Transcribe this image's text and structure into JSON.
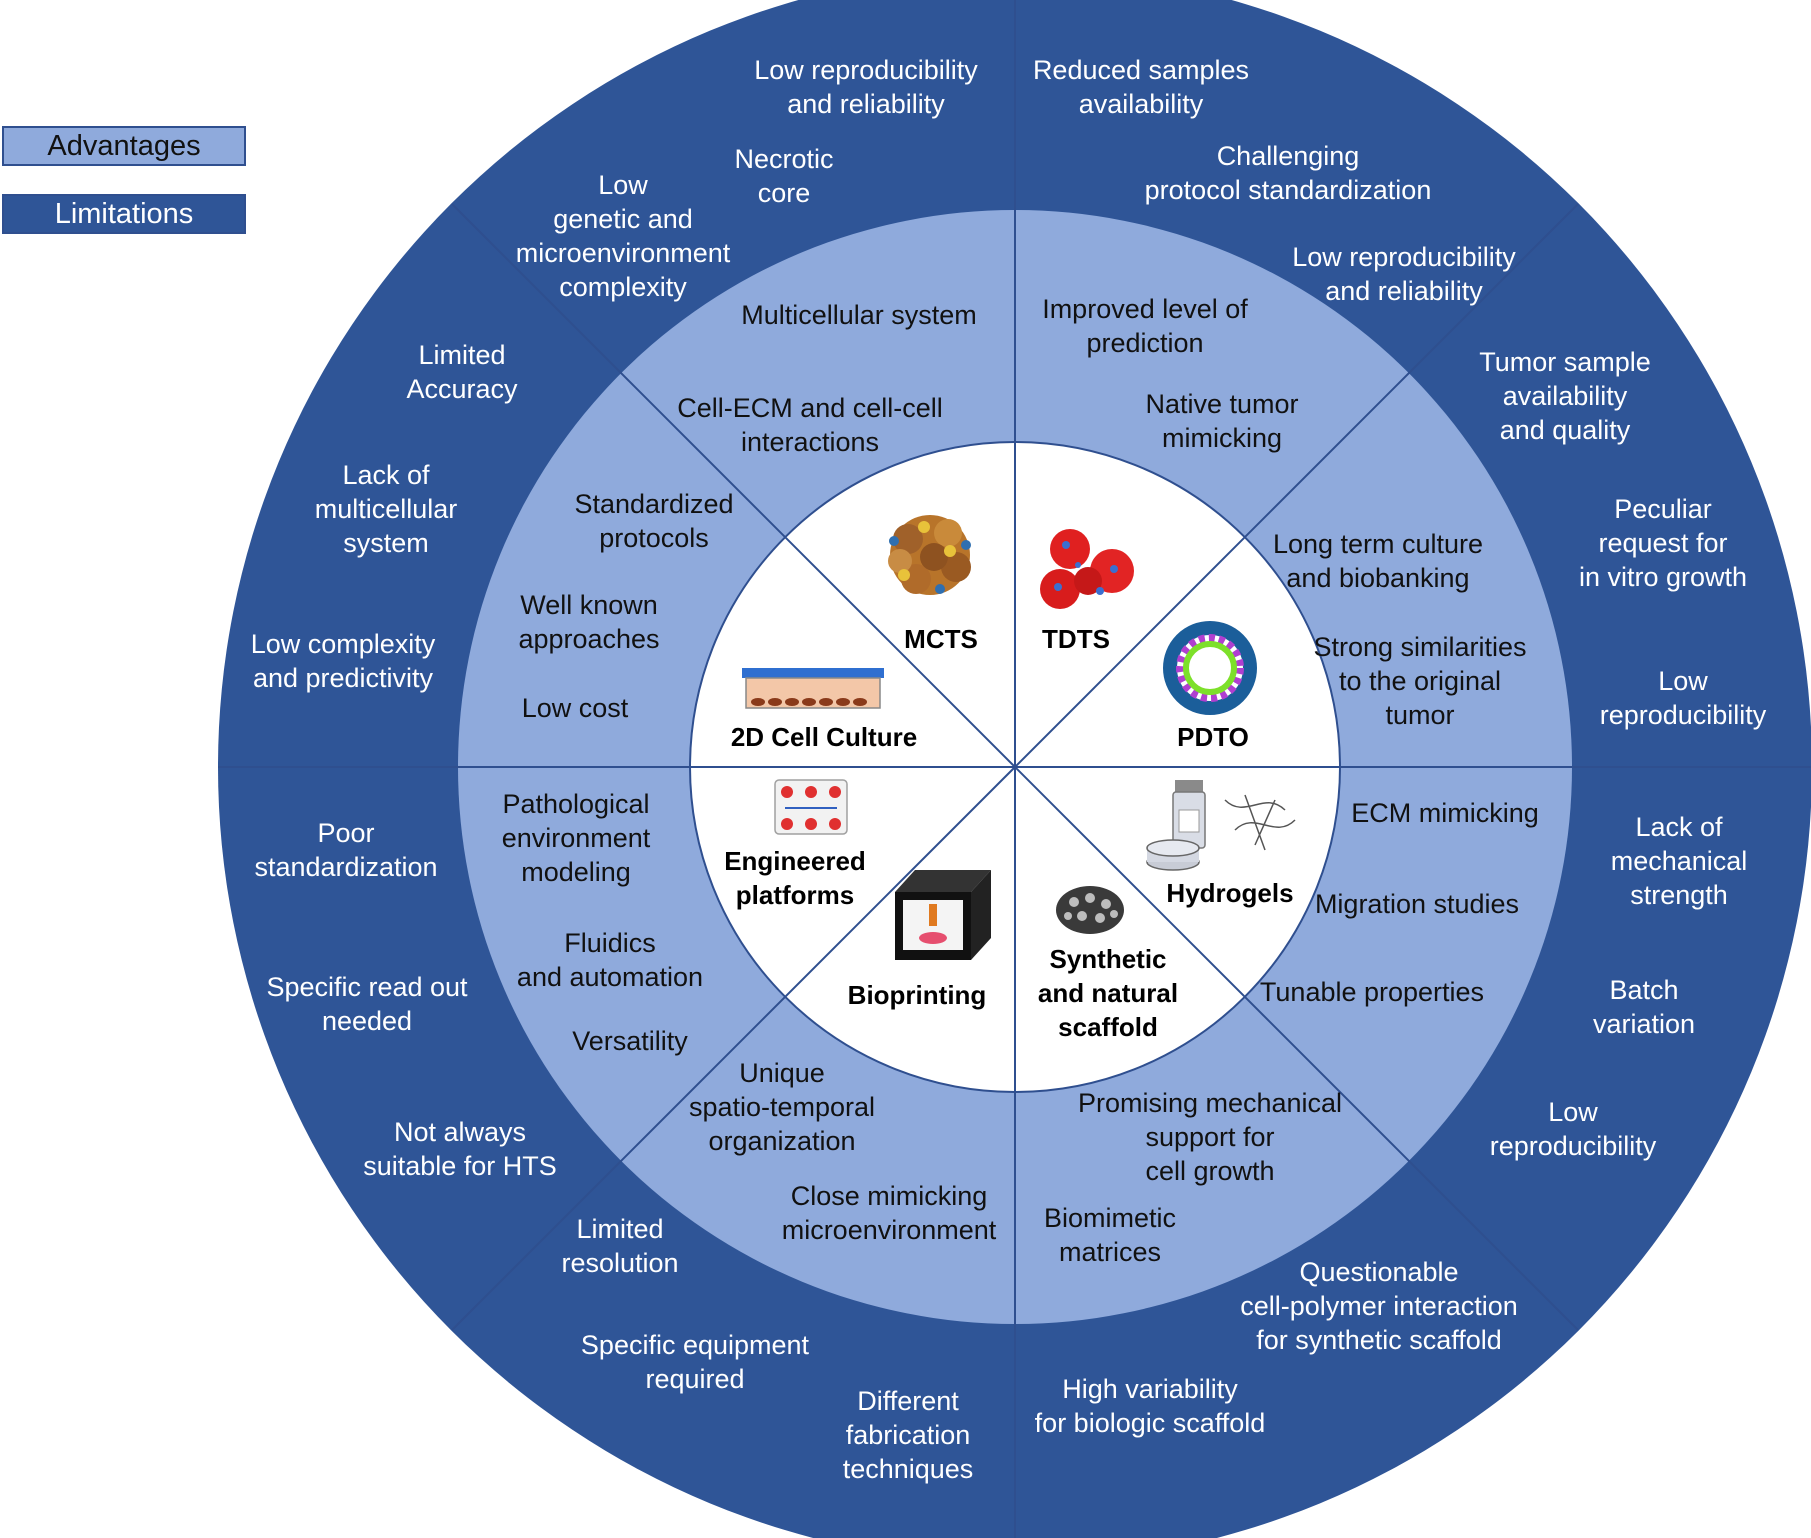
{
  "legend": {
    "advantages": "Advantages",
    "limitations": "Limitations"
  },
  "colors": {
    "limitations_ring": "#2f5597",
    "advantages_ring": "#8faadc",
    "center": "#ffffff",
    "divider": "#2f4f8f"
  },
  "models": [
    {
      "id": "mcts",
      "label": "MCTS",
      "icon": "spheroid-cluster-icon"
    },
    {
      "id": "tdts",
      "label": "TDTS",
      "icon": "red-spheroid-icon"
    },
    {
      "id": "pdto",
      "label": "PDTO",
      "icon": "organoid-ring-icon"
    },
    {
      "id": "hydrogels",
      "label": "Hydrogels",
      "icon": "hydrogel-vial-icon"
    },
    {
      "id": "scaffold",
      "lines": [
        "Synthetic",
        "and natural",
        "scaffold"
      ],
      "icon": "porous-scaffold-icon"
    },
    {
      "id": "bioprinting",
      "label": "Bioprinting",
      "icon": "bioprinter-icon"
    },
    {
      "id": "engineered",
      "lines": [
        "Engineered",
        "platforms"
      ],
      "icon": "microfluidic-chip-icon"
    },
    {
      "id": "culture2d",
      "label": "2D Cell Culture",
      "icon": "culture-dish-icon"
    }
  ],
  "advantages": [
    {
      "id": "adv-multicellular",
      "lines": [
        "Multicellular system"
      ]
    },
    {
      "id": "adv-cell-ecm",
      "lines": [
        "Cell-ECM and cell-cell",
        "interactions"
      ]
    },
    {
      "id": "adv-prediction",
      "lines": [
        "Improved level of",
        "prediction"
      ]
    },
    {
      "id": "adv-native",
      "lines": [
        "Native tumor",
        "mimicking"
      ]
    },
    {
      "id": "adv-long-term",
      "lines": [
        "Long term culture",
        "and biobanking"
      ]
    },
    {
      "id": "adv-similarities",
      "lines": [
        "Strong similarities",
        "to the original",
        "tumor"
      ]
    },
    {
      "id": "adv-ecm-mimicking",
      "lines": [
        "ECM mimicking"
      ]
    },
    {
      "id": "adv-migration",
      "lines": [
        "Migration studies"
      ]
    },
    {
      "id": "adv-tunable",
      "lines": [
        "Tunable properties"
      ]
    },
    {
      "id": "adv-mechanical",
      "lines": [
        "Promising mechanical",
        "support for",
        "cell growth"
      ]
    },
    {
      "id": "adv-biomimetic",
      "lines": [
        "Biomimetic",
        "matrices"
      ]
    },
    {
      "id": "adv-spatio",
      "lines": [
        "Unique",
        "spatio-temporal",
        "organization"
      ]
    },
    {
      "id": "adv-close",
      "lines": [
        "Close mimicking",
        "microenvironment"
      ]
    },
    {
      "id": "adv-pathological",
      "lines": [
        "Pathological",
        "environment",
        "modeling"
      ]
    },
    {
      "id": "adv-fluidics",
      "lines": [
        "Fluidics",
        "and automation"
      ]
    },
    {
      "id": "adv-versatility",
      "lines": [
        "Versatility"
      ]
    },
    {
      "id": "adv-standardized",
      "lines": [
        "Standardized",
        "protocols"
      ]
    },
    {
      "id": "adv-well-known",
      "lines": [
        "Well known",
        "approaches"
      ]
    },
    {
      "id": "adv-low-cost",
      "lines": [
        "Low cost"
      ]
    }
  ],
  "limitations": [
    {
      "id": "lim-low-repro-mcts",
      "lines": [
        "Low reproducibility",
        "and reliability"
      ]
    },
    {
      "id": "lim-necrotic",
      "lines": [
        "Necrotic",
        "core"
      ]
    },
    {
      "id": "lim-low-genetic",
      "lines": [
        "Low",
        "genetic and",
        "microenvironment",
        "complexity"
      ]
    },
    {
      "id": "lim-reduced",
      "lines": [
        "Reduced samples",
        "availability"
      ]
    },
    {
      "id": "lim-challenging",
      "lines": [
        "Challenging",
        "protocol standardization"
      ]
    },
    {
      "id": "lim-low-repro-tdts",
      "lines": [
        "Low reproducibility",
        "and reliability"
      ]
    },
    {
      "id": "lim-tumor-sample",
      "lines": [
        "Tumor sample",
        "availability",
        "and quality"
      ]
    },
    {
      "id": "lim-peculiar",
      "lines": [
        "Peculiar",
        "request for",
        "in vitro growth"
      ]
    },
    {
      "id": "lim-low-repro-pdto",
      "lines": [
        "Low",
        "reproducibility"
      ]
    },
    {
      "id": "lim-lack-mechanical",
      "lines": [
        "Lack of",
        "mechanical",
        "strength"
      ]
    },
    {
      "id": "lim-batch",
      "lines": [
        "Batch",
        "variation"
      ]
    },
    {
      "id": "lim-low-repro-hydro",
      "lines": [
        "Low",
        "reproducibility"
      ]
    },
    {
      "id": "lim-questionable",
      "lines": [
        "Questionable",
        "cell-polymer interaction",
        "for synthetic scaffold"
      ]
    },
    {
      "id": "lim-variability",
      "lines": [
        "High variability",
        "for biologic scaffold"
      ]
    },
    {
      "id": "lim-resolution",
      "lines": [
        "Limited",
        "resolution"
      ]
    },
    {
      "id": "lim-equipment",
      "lines": [
        "Specific equipment",
        "required"
      ]
    },
    {
      "id": "lim-fabrication",
      "lines": [
        "Different",
        "fabrication",
        "techniques"
      ]
    },
    {
      "id": "lim-poor-std",
      "lines": [
        "Poor",
        "standardization"
      ]
    },
    {
      "id": "lim-readout",
      "lines": [
        "Specific read out",
        "needed"
      ]
    },
    {
      "id": "lim-hts",
      "lines": [
        "Not always",
        "suitable for HTS"
      ]
    },
    {
      "id": "lim-accuracy",
      "lines": [
        "Limited",
        "Accuracy"
      ]
    },
    {
      "id": "lim-multicellular",
      "lines": [
        "Lack of",
        "multicellular",
        "system"
      ]
    },
    {
      "id": "lim-complexity",
      "lines": [
        "Low complexity",
        "and predictivity"
      ]
    }
  ]
}
